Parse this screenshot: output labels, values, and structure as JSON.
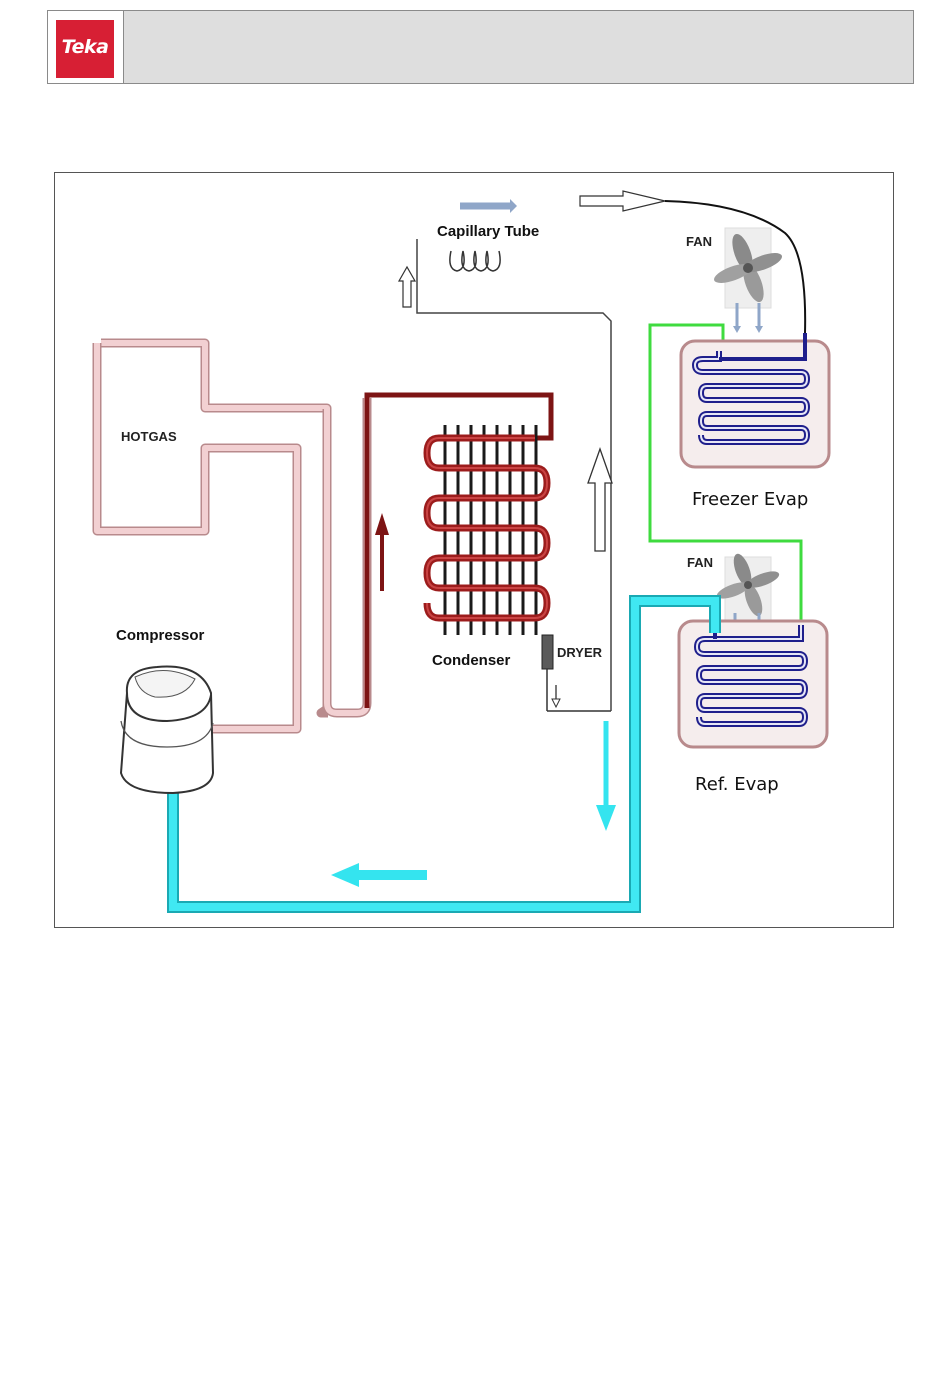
{
  "header": {
    "logo_text": "Teka",
    "brand_color": "#d71f34"
  },
  "diagram": {
    "labels": {
      "capillary_tube": "Capillary Tube",
      "fan_top": "FAN",
      "fan_bottom": "FAN",
      "hotgas": "HOTGAS",
      "condenser": "Condenser",
      "dryer": "DRYER",
      "compressor": "Compressor",
      "freezer_evap": "Freezer Evap",
      "ref_evap": "Ref. Evap"
    },
    "colors": {
      "hotgas_tube": "#e9b8ba",
      "condenser_tube": "#7d1414",
      "suction_tube": "#34e4ef",
      "evaporator_coil": "#1f1f8c",
      "feed_line": "#3fdb3f",
      "flow_arrow_gray": "#8fa6c8"
    }
  }
}
